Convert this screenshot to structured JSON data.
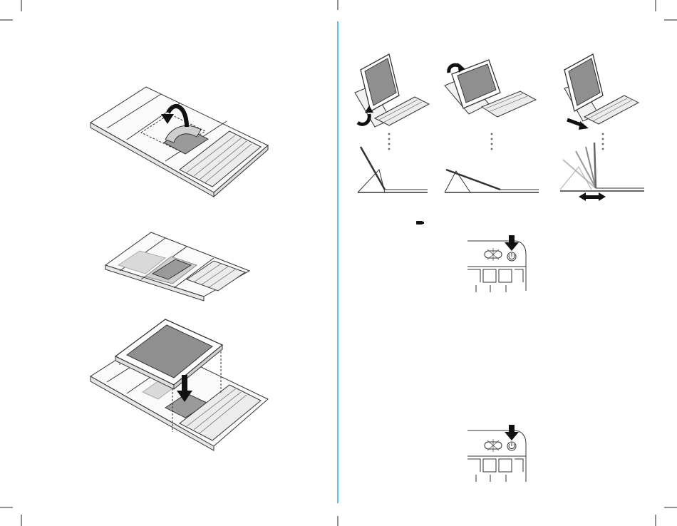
{
  "document": {
    "figure_left_top": "tablet-case-open-with-adhesive-tab-lift",
    "figure_left_middle": "tablet-case-adhesive-pad-attached",
    "figure_left_bottom": "tablet-placed-into-case",
    "figure_right_top_row": "three-viewing-angles",
    "figure_right_middle": "power-button-keyboard-detail",
    "figure_right_bottom": "power-button-keyboard-detail-2"
  },
  "colors": {
    "line": "#333333",
    "fill_light": "#f2f2f2",
    "fill_mid": "#d9d9d9",
    "fill_dark": "#9a9a9a",
    "divider": "#2aa8e0"
  }
}
